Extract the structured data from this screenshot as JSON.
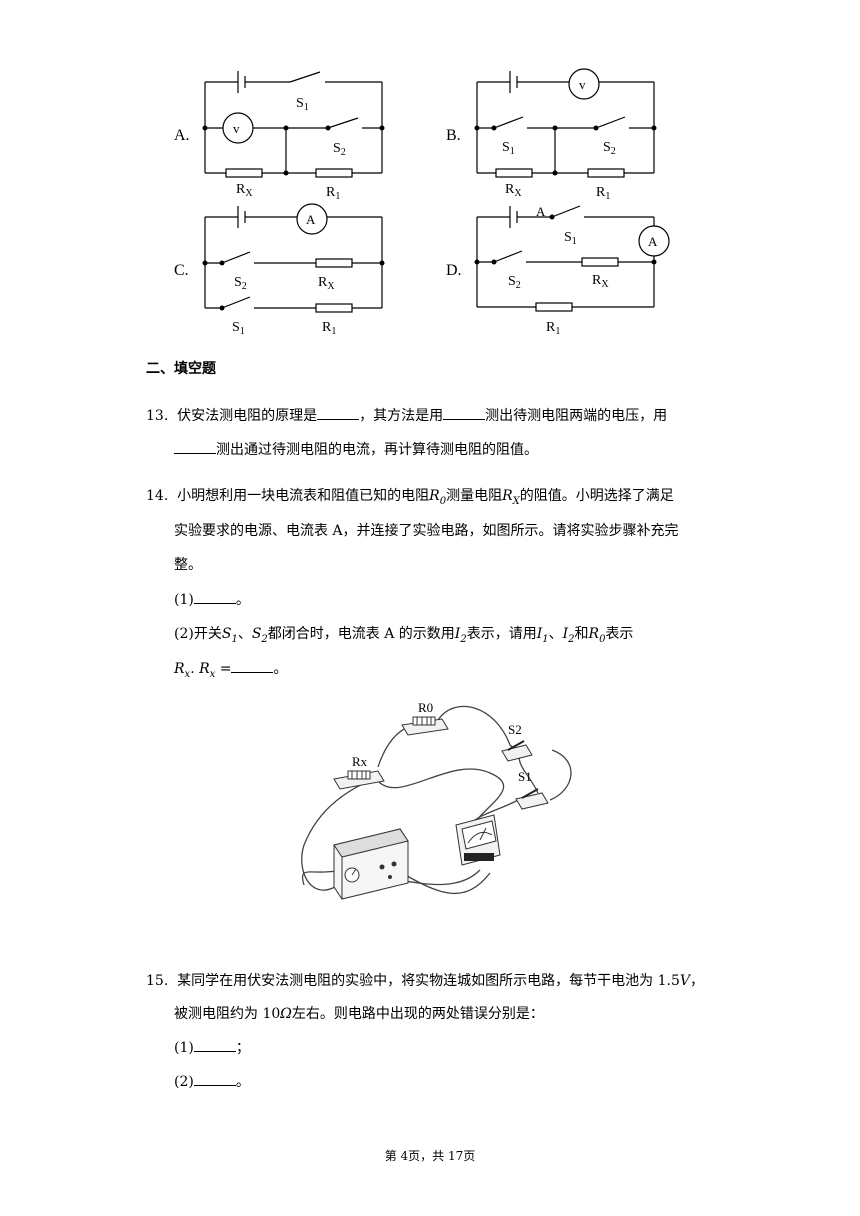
{
  "options": {
    "A": {
      "label": "A.",
      "s1": "S",
      "s1_sub": "1",
      "s2": "S",
      "s2_sub": "2",
      "rx": "R",
      "rx_sub": "X",
      "r1": "R",
      "r1_sub": "1",
      "meter": "v"
    },
    "B": {
      "label": "B.",
      "s1": "S",
      "s1_sub": "1",
      "s2": "S",
      "s2_sub": "2",
      "rx": "R",
      "rx_sub": "X",
      "r1": "R",
      "r1_sub": "1",
      "meter": "v"
    },
    "C": {
      "label": "C.",
      "s1": "S",
      "s1_sub": "1",
      "s2": "S",
      "s2_sub": "2",
      "rx": "R",
      "rx_sub": "X",
      "r1": "R",
      "r1_sub": "1",
      "meter": "A"
    },
    "D": {
      "label": "D.",
      "s1": "S",
      "s1_sub": "1",
      "s2": "S",
      "s2_sub": "2",
      "rx": "R",
      "rx_sub": "X",
      "r1": "R",
      "r1_sub": "1",
      "meter": "A",
      "node_a": "A"
    }
  },
  "section_title": "二、填空题",
  "q13": {
    "num": "13.",
    "t1": "伏安法测电阻的原理是",
    "t2": "，其方法是用",
    "t3": "测出待测电阻两端的电压，用",
    "t4": "测出通过待测电阻的电流，再计算待测电阻的阻值。"
  },
  "q14": {
    "num": "14.",
    "l1a": "小明想利用一块电流表和阻值已知的电阻",
    "l1b": "测量电阻",
    "l1c": "的阻值。小明选择了满足",
    "l2": "实验要求的电源、电流表 A，并连接了实验电路，如图所示。请将实验步骤补充完",
    "l3": "整。",
    "step1": "(1)",
    "step1_end": "。",
    "step2a": "(2)开关",
    "step2b": "都闭合时，电流表 A 的示数用",
    "step2c": "表示，请用",
    "step2d": "和",
    "step2e": "表示",
    "l6a": "R",
    "l6b": "x",
    "l6c": ". R",
    "l6d": "x",
    "l6e": " =",
    "l6f": "。",
    "fig_r0": "R0",
    "fig_rx": "Rx",
    "fig_s2": "S2",
    "fig_s1": "S1",
    "R0": "R",
    "R0_sub": "0",
    "RX": "R",
    "RX_sub": "X",
    "S1": "S",
    "S1_sub": "1",
    "S2": "S",
    "S2_sub": "2",
    "I1": "I",
    "I1_sub": "1",
    "I2": "I",
    "I2_sub": "2",
    "sep": "、"
  },
  "q15": {
    "num": "15.",
    "l1": "某同学在用伏安法测电阻的实验中，将实物连城如图所示电路，每节干电池为 1.5",
    "l1_unit": "V",
    "l1_end": "，",
    "l2a": "被测电阻约为 10",
    "l2_unit": "Ω",
    "l2b": "左右。则电路中出现的两处错误分别是：",
    "s1": "(1)",
    "s1_end": "；",
    "s2": "(2)",
    "s2_end": "。"
  },
  "footer": "第 4页，共 17页"
}
